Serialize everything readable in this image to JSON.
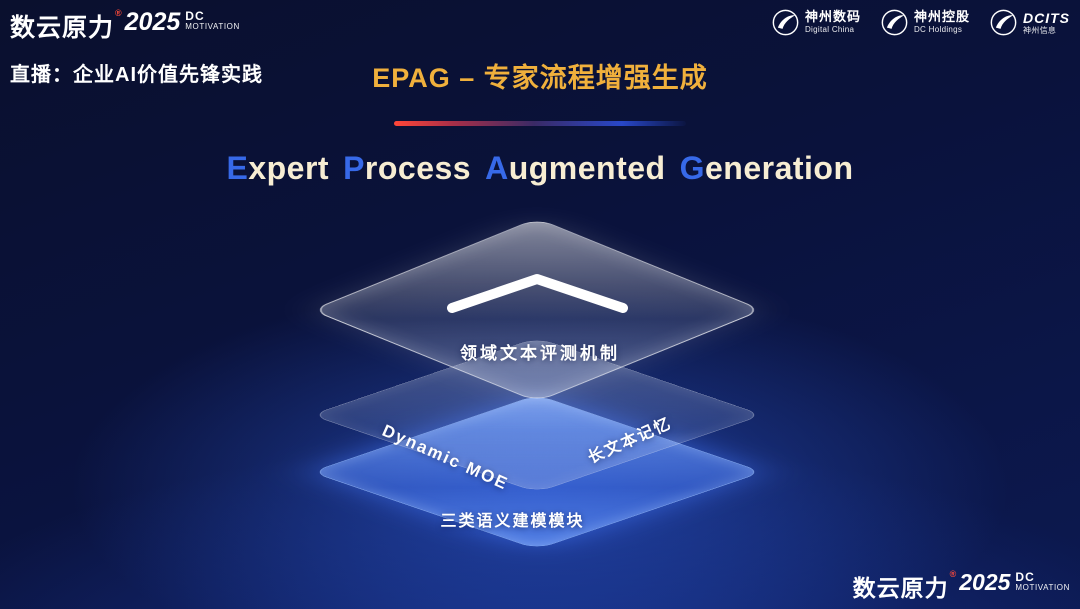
{
  "brand": {
    "name": "数云原力",
    "reg": "®",
    "year": "2025",
    "dc": "DC",
    "motivation": "MOTIVATION"
  },
  "live_label": "直播：企业AI价值先锋实践",
  "title": {
    "cn": "EPAG – 专家流程增强生成",
    "en_words": [
      {
        "cap": "E",
        "rest": "xpert"
      },
      {
        "cap": "P",
        "rest": "rocess"
      },
      {
        "cap": "A",
        "rest": "ugmented"
      },
      {
        "cap": "G",
        "rest": "eneration"
      }
    ]
  },
  "partners": [
    {
      "name": "神州数码",
      "sub": "Digital China"
    },
    {
      "name": "神州控股",
      "sub": "DC Holdings"
    },
    {
      "name": "DCITS",
      "sub": "神州信息"
    }
  ],
  "diagram": {
    "top_layer_label": "领域文本评测机制",
    "middle_layer_left_label": "Dynamic MOE",
    "middle_layer_right_label": "长文本记忆",
    "bottom_layer_label": "三类语义建模模块",
    "chevron_icon": "chevron-up"
  },
  "footer": {
    "name": "数云原力",
    "reg": "®",
    "year": "2025",
    "dc": "DC",
    "motivation": "MOTIVATION"
  },
  "colors": {
    "title_gold": "#f0b03c",
    "caps_blue": "#3769e8",
    "accent_red": "#ff4638",
    "layer_blue": "#5b8dff",
    "bg_navy": "#0a123c"
  }
}
